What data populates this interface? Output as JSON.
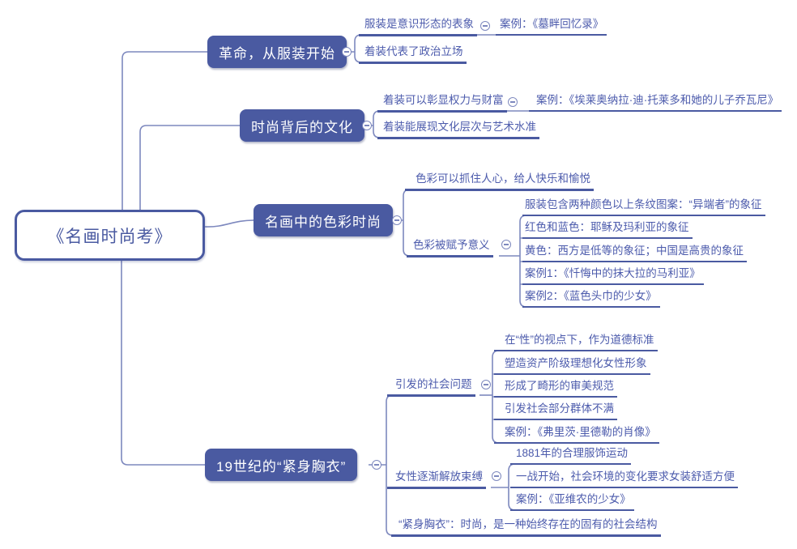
{
  "colors": {
    "node_fill": "#4a5aa1",
    "underline": "#4a5aa1",
    "connector": "#7d88be",
    "child_text": "#4c5bac",
    "background": "#ffffff"
  },
  "icons": {
    "collapse": "minus-circle"
  },
  "root": {
    "label": "《名画时尚考》"
  },
  "branches": [
    {
      "label": "革命，从服装开始",
      "children": [
        {
          "label": "服装是意识形态的表象",
          "children": [
            {
              "label": "案例：《墓畔回忆录》"
            }
          ]
        },
        {
          "label": "着装代表了政治立场"
        }
      ]
    },
    {
      "label": "时尚背后的文化",
      "children": [
        {
          "label": "着装可以彰显权力与财富",
          "children": [
            {
              "label": "案例：《埃莱奥纳拉·迪·托莱多和她的儿子乔瓦尼》"
            }
          ]
        },
        {
          "label": "着装能展现文化层次与艺术水准"
        }
      ]
    },
    {
      "label": "名画中的色彩时尚",
      "children": [
        {
          "label": "色彩可以抓住人心，给人快乐和愉悦"
        },
        {
          "label": "色彩被赋予意义",
          "children": [
            {
              "label": "服装包含两种颜色以上条纹图案：“异端者”的象征"
            },
            {
              "label": "红色和蓝色：耶稣及玛利亚的象征"
            },
            {
              "label": "黄色：西方是低等的象征；中国是高贵的象征"
            },
            {
              "label": "案例1：《忏悔中的抹大拉的马利亚》"
            },
            {
              "label": "案例2：《蓝色头巾的少女》"
            }
          ]
        }
      ]
    },
    {
      "label": "19世纪的“紧身胸衣”",
      "children": [
        {
          "label": "引发的社会问题",
          "children": [
            {
              "label": "在“性”的视点下，作为道德标准"
            },
            {
              "label": "塑造资产阶级理想化女性形象"
            },
            {
              "label": "形成了畸形的审美规范"
            },
            {
              "label": "引发社会部分群体不满"
            },
            {
              "label": "案例：《弗里茨·里德勒的肖像》"
            }
          ]
        },
        {
          "label": "女性逐渐解放束缚",
          "children": [
            {
              "label": "1881年的合理服饰运动"
            },
            {
              "label": "一战开始，社会环境的变化要求女装舒适方便"
            },
            {
              "label": "案例：《亚维农的少女》"
            }
          ]
        },
        {
          "label": "“紧身胸衣”：时尚，是一种始终存在的固有的社会结构"
        }
      ]
    }
  ]
}
